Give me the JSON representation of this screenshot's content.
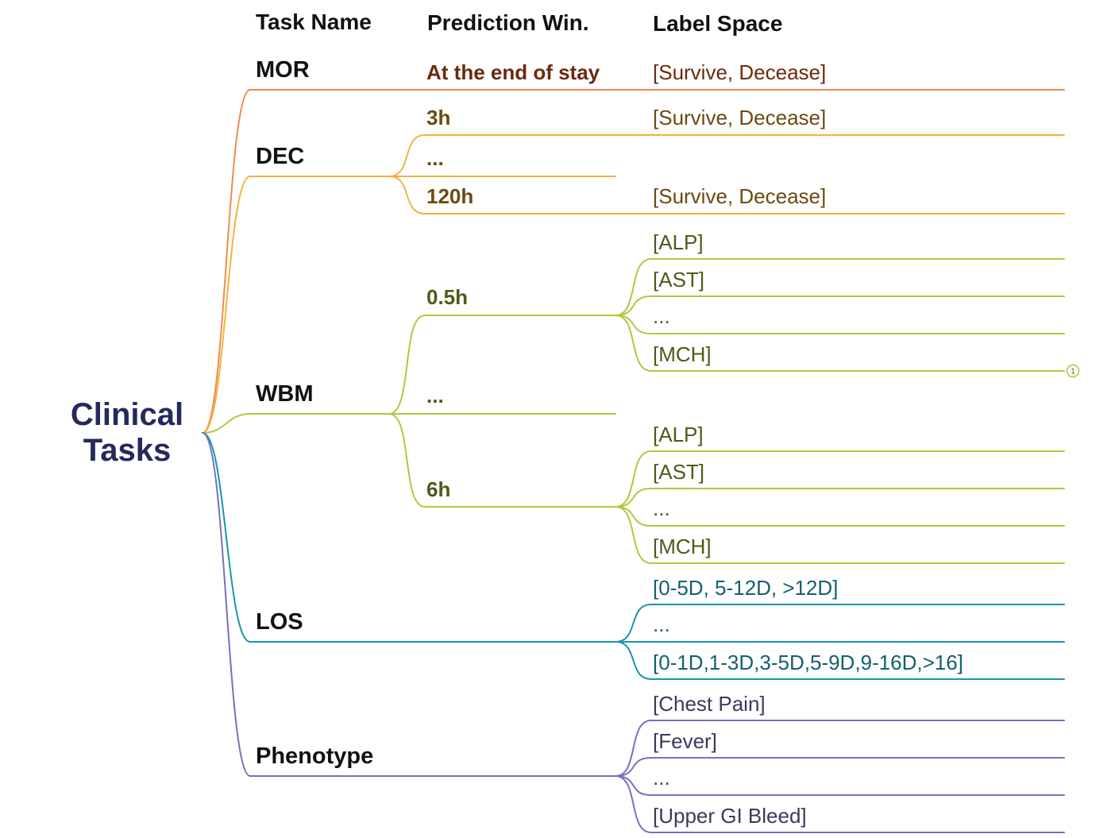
{
  "colors": {
    "root": "#25295c",
    "mor": "#f08a50",
    "mor_text": "#6b2a10",
    "dec": "#f5b13c",
    "dec_text": "#6b4a12",
    "wbm": "#b2c83c",
    "wbm_text": "#4f5a18",
    "los": "#1a94b0",
    "los_text": "#14606e",
    "pheno": "#7a70bd",
    "pheno_text": "#3c3a5a"
  },
  "headers": {
    "task_name": "Task Name",
    "prediction_window": "Prediction Win.",
    "label_space": "Label Space"
  },
  "root": {
    "line1": "Clinical",
    "line2": "Tasks"
  },
  "tasks": {
    "mor": {
      "name": "MOR",
      "window": "At the end of stay",
      "label": "[Survive, Decease]"
    },
    "dec": {
      "name": "DEC",
      "windows": [
        "3h",
        "...",
        "120h"
      ],
      "labels": [
        "[Survive, Decease]",
        "[Survive, Decease]"
      ]
    },
    "wbm": {
      "name": "WBM",
      "windows": [
        "0.5h",
        "...",
        "6h"
      ],
      "labels_a": [
        "[ALP]",
        "[AST]",
        "...",
        "[MCH]"
      ],
      "labels_b": [
        "[ALP]",
        "[AST]",
        "...",
        "[MCH]"
      ],
      "collapsed_count": "1"
    },
    "los": {
      "name": "LOS",
      "labels": [
        "[0-5D, 5-12D, >12D]",
        "...",
        "[0-1D,1-3D,3-5D,5-9D,9-16D,>16]"
      ]
    },
    "phenotype": {
      "name": "Phenotype",
      "labels": [
        "[Chest Pain]",
        "[Fever]",
        "...",
        "[Upper GI Bleed]"
      ]
    }
  }
}
